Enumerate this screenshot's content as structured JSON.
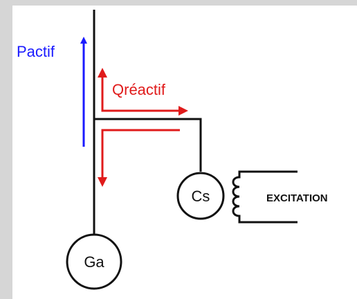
{
  "labels": {
    "active_power": "Pactif",
    "reactive_power": "Qréactif",
    "synchronous_compensator": "Cs",
    "generator": "Ga",
    "excitation": "EXCITATION"
  },
  "colors": {
    "active_arrow": "#1a1aff",
    "reactive_arrow": "#e01b1b",
    "line": "#111111",
    "frame": "#d6d6d6",
    "panel": "#ffffff"
  }
}
